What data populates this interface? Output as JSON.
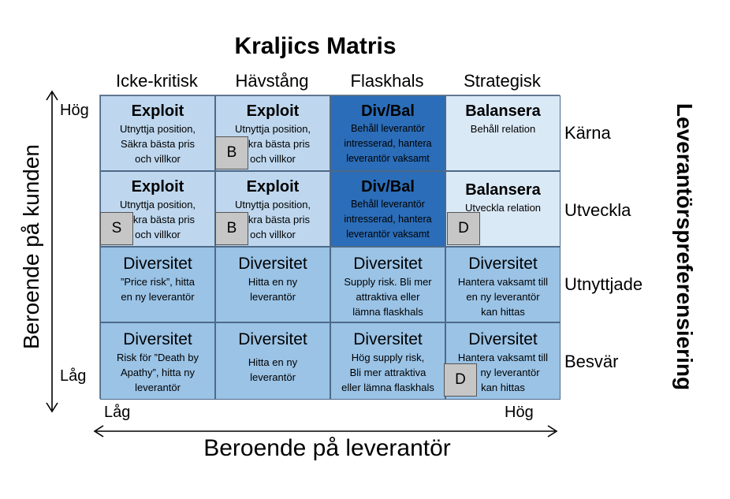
{
  "title": "Kraljics Matris",
  "columns": [
    "Icke-kritisk",
    "Hävstång",
    "Flaskhals",
    "Strategisk"
  ],
  "rows": [
    "Kärna",
    "Utveckla",
    "Utnyttjade",
    "Besvär"
  ],
  "y_axis": {
    "label": "Beroende på kunden",
    "high": "Hög",
    "low": "Låg"
  },
  "x_axis": {
    "label": "Beroende på leverantör",
    "low": "Låg",
    "high": "Hög"
  },
  "right_axis": {
    "label": "Leverantörspreferensiering"
  },
  "colors": {
    "light": "#bed7ee",
    "pale": "#dae9f6",
    "mid": "#9ac3e6",
    "dark": "#2b6db8",
    "marker": "#c6c6c6"
  },
  "cells": [
    [
      {
        "head": "Exploit",
        "body": [
          "Utnyttja position,",
          "Säkra bästa pris",
          "och villkor"
        ]
      },
      {
        "head": "Exploit",
        "body": [
          "Utnyttja position,",
          "Säkra bästa pris",
          "och villkor"
        ]
      },
      {
        "head": "Div/Bal",
        "body": [
          "Behåll leverantör",
          "intresserad, hantera",
          "leverantör vaksamt"
        ]
      },
      {
        "head": "Balansera",
        "body": [
          "Behåll relation"
        ]
      }
    ],
    [
      {
        "head": "Exploit",
        "body": [
          "Utnyttja position,",
          "Säkra bästa pris",
          "och villkor"
        ]
      },
      {
        "head": "Exploit",
        "body": [
          "Utnyttja position,",
          "Säkra bästa pris",
          "och villkor"
        ]
      },
      {
        "head": "Div/Bal",
        "body": [
          "Behåll leverantör",
          "intresserad, hantera",
          "leverantör vaksamt"
        ]
      },
      {
        "head": "Balansera",
        "body": [
          "Utveckla relation"
        ]
      }
    ],
    [
      {
        "head": "Diversitet",
        "body": [
          "”Price risk”, hitta",
          "en ny leverantör"
        ]
      },
      {
        "head": "Diversitet",
        "body": [
          "Hitta en ny",
          "leverantör"
        ]
      },
      {
        "head": "Diversitet",
        "body": [
          "Supply risk. Bli mer",
          "attraktiva eller",
          "lämna flaskhals"
        ]
      },
      {
        "head": "Diversitet",
        "body": [
          "Hantera vaksamt till",
          "en ny leverantör",
          "kan hittas"
        ]
      }
    ],
    [
      {
        "head": "Diversitet",
        "body": [
          "Risk för ”Death by",
          "Apathy”, hitta ny",
          "leverantör"
        ]
      },
      {
        "head": "Diversitet",
        "body": [
          "Hitta en ny",
          "leverantör"
        ]
      },
      {
        "head": "Diversitet",
        "body": [
          "Hög supply risk,",
          "Bli mer attraktiva",
          "eller lämna flaskhals"
        ]
      },
      {
        "head": "Diversitet",
        "body": [
          "Hantera vaksamt till",
          "en ny leverantör",
          "kan hittas"
        ]
      }
    ]
  ],
  "markers": [
    {
      "label": "B",
      "row": 0,
      "col": 1
    },
    {
      "label": "S",
      "row": 1,
      "col": 0
    },
    {
      "label": "B",
      "row": 1,
      "col": 1
    },
    {
      "label": "D",
      "row": 1,
      "col": 3
    },
    {
      "label": "D",
      "row": 3,
      "col": 3
    }
  ]
}
